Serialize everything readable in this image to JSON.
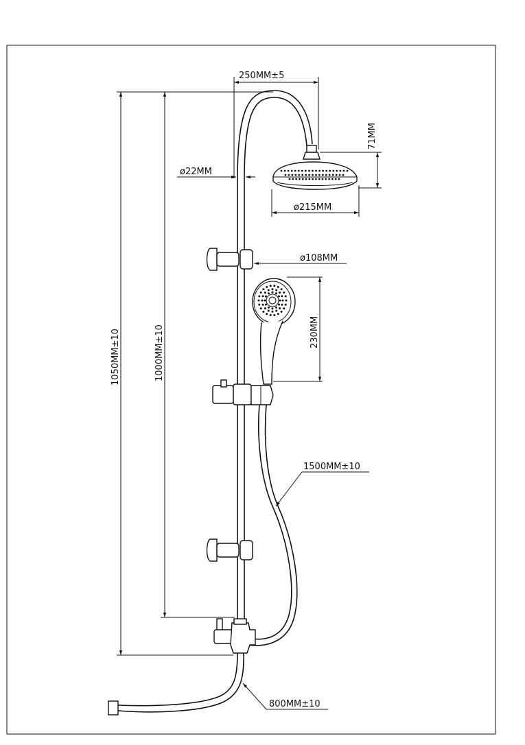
{
  "drawing": {
    "dimensions": {
      "arm_length": "250MM±5",
      "pipe_diameter": "ø22MM",
      "head_height": "71MM",
      "head_diameter": "ø215MM",
      "hand_diameter": "ø108MM",
      "hand_length": "230MM",
      "total_height": "1050MM±10",
      "rail_height": "1000MM±10",
      "hose_length": "1500MM±10",
      "inlet_hose": "800MM±10"
    }
  }
}
